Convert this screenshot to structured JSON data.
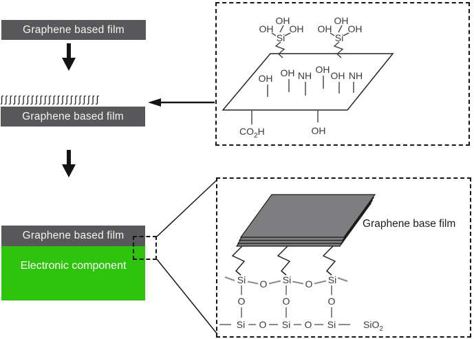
{
  "palette": {
    "film_gray": "#58585a",
    "component_green": "#2ec30d",
    "stack_gray": "#7e7e80",
    "ink_black": "#141414",
    "chem_text": "#3a3a3a",
    "bond_gray": "#8a8a8a"
  },
  "flow": {
    "step1_label": "Graphene based film",
    "step2_label": "Graphene based film",
    "step2_squiggle": "ʃʃʃʃʃʃʃʃʃʃʃʃʃʃʃʃʃʃʃʃʃʃʃ",
    "step3_film_label": "Graphene based film",
    "step3_component_label": "Electronic component"
  },
  "functional_box": {
    "oh": "OH",
    "si": "Si",
    "surface_groups": [
      "OH",
      "OH",
      "NH",
      "OH",
      "OH",
      "NH"
    ],
    "co2h": {
      "pre": "CO",
      "sub": "2",
      "post": "H"
    }
  },
  "attachment_box": {
    "stack_label": "Graphene base film",
    "si": "Si",
    "o": "O",
    "sio2": {
      "pre": "SiO",
      "sub": "2"
    }
  }
}
